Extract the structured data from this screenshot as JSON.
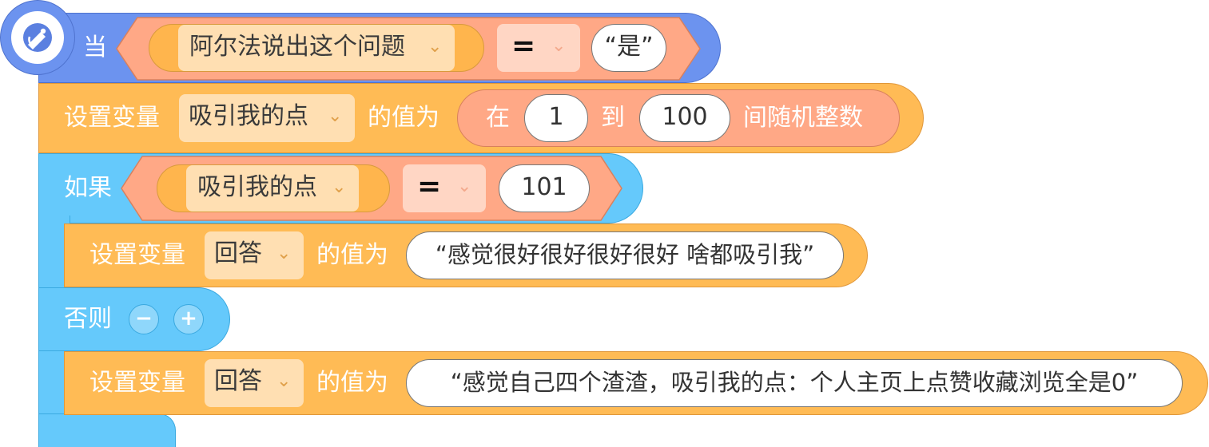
{
  "colors": {
    "hat_blue": "#6c93ef",
    "control_blue": "#65c9fb",
    "variable_orange": "#ffbb55",
    "operator_salmon": "#ffa886"
  },
  "hat_block": {
    "icon": "satellite-dish-icon",
    "label": "当",
    "condition": {
      "left_dropdown": "阿尔法说出这个问题",
      "operator": "=",
      "right_value": "“是”"
    }
  },
  "set_var_1": {
    "label": "设置变量",
    "variable": "吸引我的点",
    "value_label": "的值为",
    "random": {
      "prefix": "在",
      "from": "1",
      "to_label": "到",
      "to": "100",
      "suffix": "间随机整数"
    }
  },
  "if_block": {
    "label": "如果",
    "condition": {
      "left_dropdown": "吸引我的点",
      "operator": "=",
      "right_value": "101"
    },
    "then": {
      "label": "设置变量",
      "variable": "回答",
      "value_label": "的值为",
      "value": "“感觉很好很好很好很好 啥都吸引我”"
    },
    "else_label": "否则",
    "minus": "−",
    "plus": "+",
    "else": {
      "label": "设置变量",
      "variable": "回答",
      "value_label": "的值为",
      "value": "“感觉自己四个渣渣，吸引我的点：个人主页上点赞收藏浏览全是0”"
    }
  }
}
